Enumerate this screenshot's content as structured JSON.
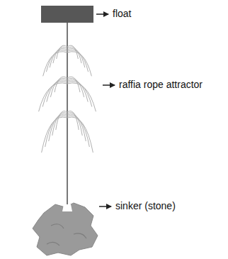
{
  "diagram": {
    "labels": [
      "float",
      "raffia rope attractor",
      "sinker (stone)"
    ]
  }
}
